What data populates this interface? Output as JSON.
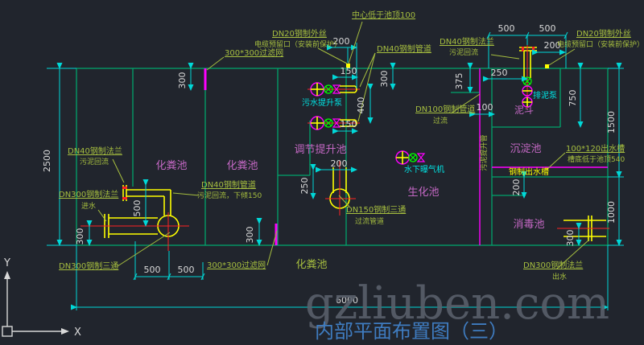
{
  "drawing": {
    "title": "内部平面布置图（三）",
    "watermark": "gzliuben.com",
    "axis": {
      "x_label": "X",
      "y_label": "Y"
    },
    "pools": {
      "septic1": "化粪池",
      "septic2": "化粪池",
      "septic3": "化粪池",
      "regulating_lift": "调节提升池",
      "biochemical": "生化池",
      "sedimentation": "沉淀池",
      "disinfection": "消毒池",
      "mud_hopper": "泥斗"
    },
    "equipment": {
      "sewage_lift_pump": "污水提升泵",
      "underwater_aerator": "水下曝气机",
      "mud_pump": "排泥泵",
      "steel_outlet_channel": "钢制出水槽",
      "sludge_lift_pipe": "污泥提升管"
    },
    "labels": {
      "center_low": "中心低于池顶100",
      "dn20_left_1": "DN20钢制外丝",
      "dn20_left_2": "电缆预留口（安装前保护）",
      "filter_top": "300*300过滤网",
      "dn40_pipe_top": "DN40钢制管道",
      "dn40_flange_right_1": "DN40钢制法兰",
      "dn40_flange_right_2": "污泥回流",
      "dn20_right_1": "DN20钢制外丝",
      "dn20_right_2": "电缆预留口（安装前保护）",
      "dn100_1": "DN100钢制管道",
      "dn100_2": "过流",
      "dn40_flange_left_1": "DN40钢制法兰",
      "dn40_flange_left_2": "污泥回流",
      "dn300_inlet_1": "DN300钢制法兰",
      "dn300_inlet_2": "进水",
      "dn300_tee": "DN300钢制三通",
      "filter_bottom": "300*300过滤网",
      "dn40_return_1": "DN40钢制管道",
      "dn40_return_2": "污泥回流，下倾150",
      "dn150_tee_1": "DN150钢制三通",
      "dn150_tee_2": "过流管道",
      "weir_1": "100*120出水槽",
      "weir_2": "槽底低于池顶540",
      "dn300_outlet_1": "DN300钢制法兰",
      "dn300_outlet_2": "出水"
    },
    "dims": {
      "d_200_topleft": "200",
      "d_150_a": "150",
      "d_300_a": "300",
      "d_400": "400",
      "d_150_b": "150",
      "d_375": "375",
      "d_250_tr": "250",
      "d_500_a": "500",
      "d_500_b": "500",
      "d_200_tr": "200",
      "d_750": "750",
      "d_1500": "1500",
      "d_1000": "1000",
      "d_100": "100",
      "d_200_weir": "200",
      "d_200_mid": "200",
      "d_250_mid": "250",
      "d_500_left": "500",
      "d_300_left": "300",
      "d_300_gate_top": "300",
      "d_300_gate_bot": "300",
      "d_500_c": "500",
      "d_500_d": "500",
      "d_2500": "2500",
      "d_6000": "6000",
      "d_300_out": "300"
    },
    "colors": {
      "background": "#21252d",
      "wall_green": "#00a36b",
      "dimension_cyan": "#00d8d8",
      "dimension_text": "#d9d9d9",
      "annotation_green": "#a6be3f",
      "pool_magenta": "#c468c4",
      "gate_magenta": "#ff00ff",
      "pipe_yellow": "#ffff00",
      "centerline_red": "#ff2222",
      "equipment_cyan": "#00e5e5",
      "title_blue": "#3f7cc0",
      "watermark_gray": "#5a616c"
    }
  }
}
